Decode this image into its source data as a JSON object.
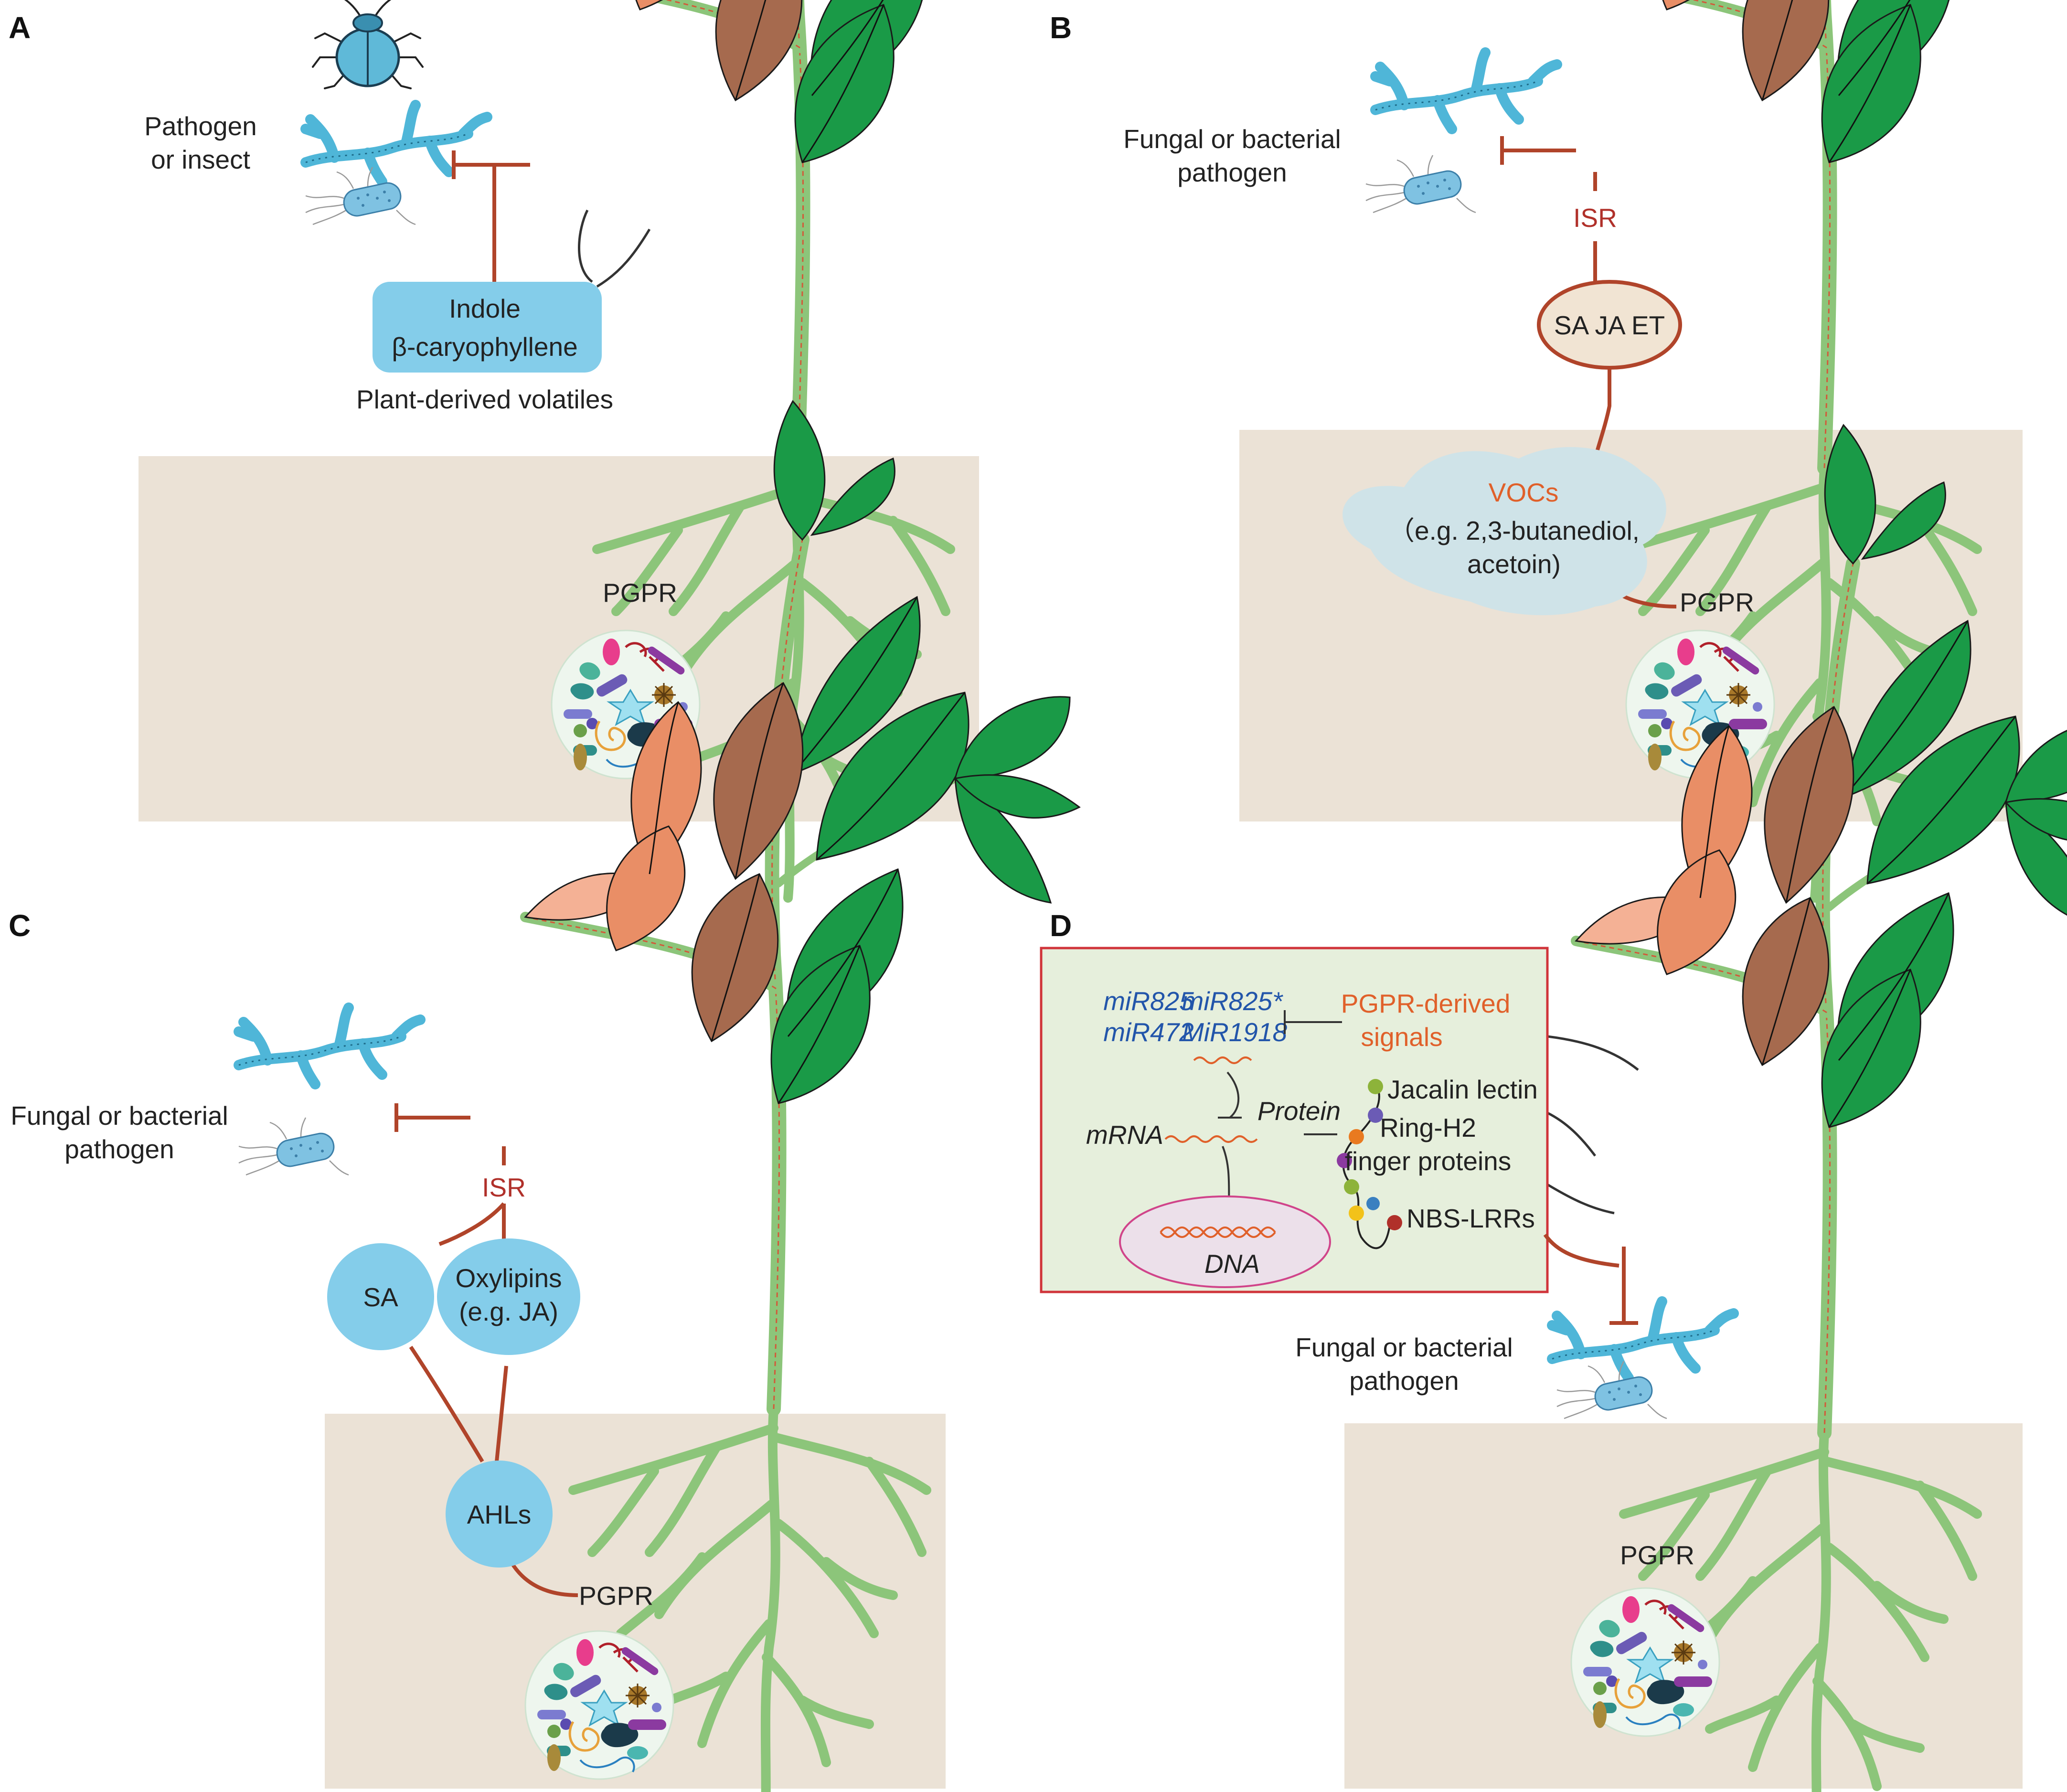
{
  "colors": {
    "soil": "#ebe2d6",
    "leaf_green": "#1a9a47",
    "leaf_orange": "#e98e66",
    "leaf_brown": "#a66a4e",
    "stem": "#8cc57a",
    "inhibit_line": "#b0442a",
    "bubble_blue": "#84cdea",
    "mist_blue": "#cfe3e8",
    "hormone_fill": "#f1e4d3",
    "box_fill": "#e6efdc",
    "box_border": "#d0343a",
    "mirna_blue": "#2255aa",
    "signal_orange": "#e0602a"
  },
  "panel_a": {
    "letter": "A",
    "pathogen_label_1": "Pathogen",
    "pathogen_label_2": "or insect",
    "volatile_line_1": "Indole",
    "volatile_line_2": "β-caryophyllene",
    "volatile_caption": "Plant-derived volatiles",
    "pgpr_label": "PGPR"
  },
  "panel_b": {
    "letter": "B",
    "pathogen_label_1": "Fungal or bacterial",
    "pathogen_label_2": "pathogen",
    "isr_label": "ISR",
    "hormones": "SA  JA  ET",
    "vocs_title": "VOCs",
    "vocs_line_1": "（e.g. 2,3-butanediol,",
    "vocs_line_2": "acetoin)",
    "pgpr_label": "PGPR"
  },
  "panel_c": {
    "letter": "C",
    "pathogen_label_1": "Fungal or bacterial",
    "pathogen_label_2": "pathogen",
    "isr_label": "ISR",
    "sa_label": "SA",
    "oxylipins_line_1": "Oxylipins",
    "oxylipins_line_2": "(e.g. JA)",
    "ahls_label": "AHLs",
    "pgpr_label": "PGPR"
  },
  "panel_d": {
    "letter": "D",
    "mirna_1": "miR825",
    "mirna_2": "miR825*",
    "mirna_3": "miR472",
    "mirna_4": "MiR1918",
    "signal_line_1": "PGPR-derived",
    "signal_line_2": "signals",
    "mrna_label": "mRNA",
    "protein_label": "Protein",
    "dna_label": "DNA",
    "protein_1": "Jacalin lectin",
    "protein_2_line_1": "Ring-H2",
    "protein_2_line_2": "finger proteins",
    "protein_3": "NBS-LRRs",
    "pathogen_label_1": "Fungal or bacterial",
    "pathogen_label_2": "pathogen",
    "pgpr_label": "PGPR"
  }
}
